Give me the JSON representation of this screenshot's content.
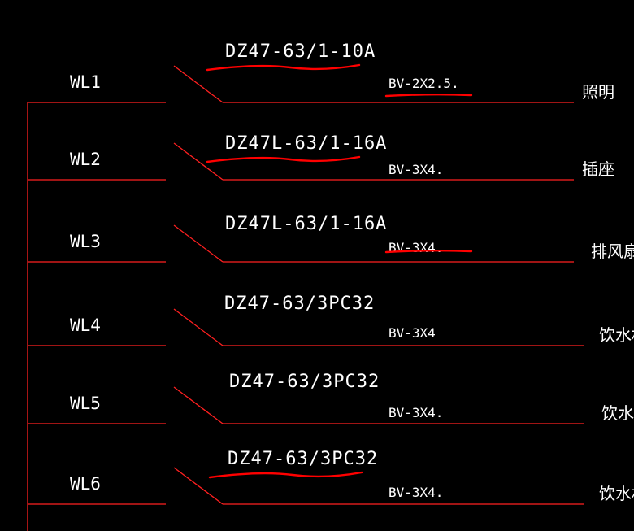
{
  "colors": {
    "background": "#000000",
    "wire": "#ff2020",
    "text": "#ffffff",
    "markup": "#ff0000"
  },
  "circuits": [
    {
      "id": "WL1",
      "breaker": "DZ47-63/1-10A",
      "cable": "BV-2X2.5.",
      "load": "照明",
      "marked_breaker": true,
      "marked_cable": true
    },
    {
      "id": "WL2",
      "breaker": "DZ47L-63/1-16A",
      "cable": "BV-3X4.",
      "load": "插座",
      "marked_breaker": true,
      "marked_cable": false
    },
    {
      "id": "WL3",
      "breaker": "DZ47L-63/1-16A",
      "cable": "BV-3X4.",
      "load": "排风扇",
      "marked_breaker": false,
      "marked_cable": true
    },
    {
      "id": "WL4",
      "breaker": "DZ47-63/3PC32",
      "cable": "BV-3X4",
      "load": "饮水机",
      "marked_breaker": false,
      "marked_cable": false
    },
    {
      "id": "WL5",
      "breaker": "DZ47-63/3PC32",
      "cable": "BV-3X4.",
      "load": "饮水机",
      "marked_breaker": false,
      "marked_cable": false
    },
    {
      "id": "WL6",
      "breaker": "DZ47-63/3PC32",
      "cable": "BV-3X4.",
      "load": "饮水机",
      "marked_breaker": true,
      "marked_cable": false
    }
  ]
}
